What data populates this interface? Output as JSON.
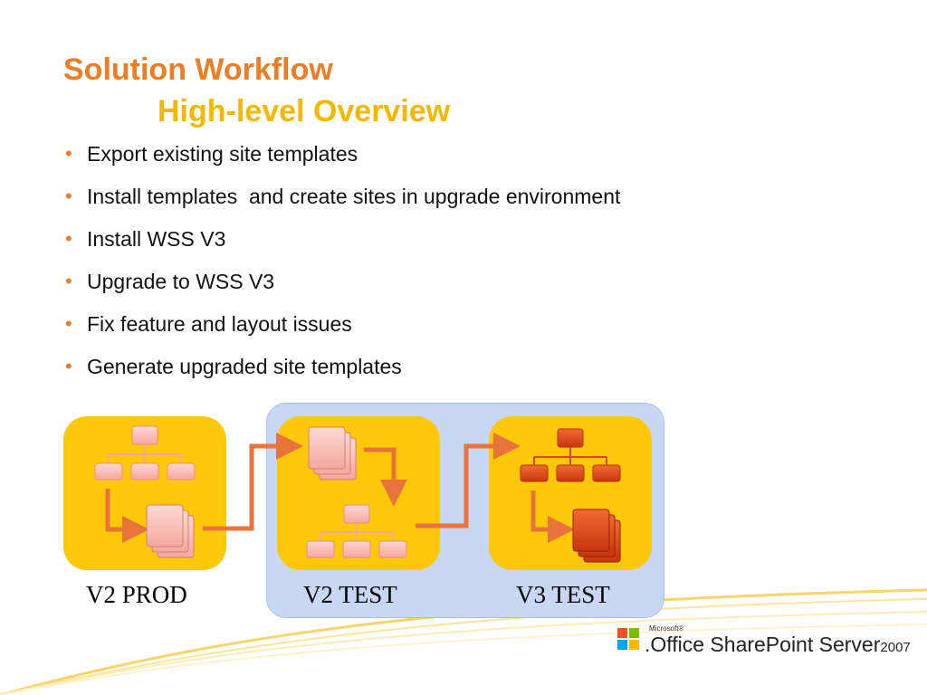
{
  "slide": {
    "title": "Solution Workflow",
    "subtitle": "High-level Overview"
  },
  "bullets": [
    "Export existing site templates",
    "Install templates  and create sites in upgrade environment",
    "Install WSS V3",
    "Upgrade to WSS V3",
    "Fix feature and layout issues",
    "Generate upgraded site templates"
  ],
  "stages": [
    {
      "label": "V2 PROD"
    },
    {
      "label": "V2 TEST"
    },
    {
      "label": "V3 TEST"
    }
  ],
  "logo": {
    "maker": "Microsoft®",
    "product": ".Office SharePoint",
    "suffix": "Server",
    "year": "2007"
  },
  "icons": {
    "flow_arrow": "orange-arrow-icon",
    "site_hierarchy": "site-hierarchy-icon",
    "template_stack": "template-stack-icon"
  },
  "colors": {
    "title": "#ED7D22",
    "subtitle": "#F5B800",
    "bullet": "#ED7D22",
    "card": "#FDC80A",
    "group_panel": "#C8D8F4",
    "v2_icon": "#F8B8B0",
    "v3_icon": "#E0461A",
    "arrow": "#E8743B"
  }
}
